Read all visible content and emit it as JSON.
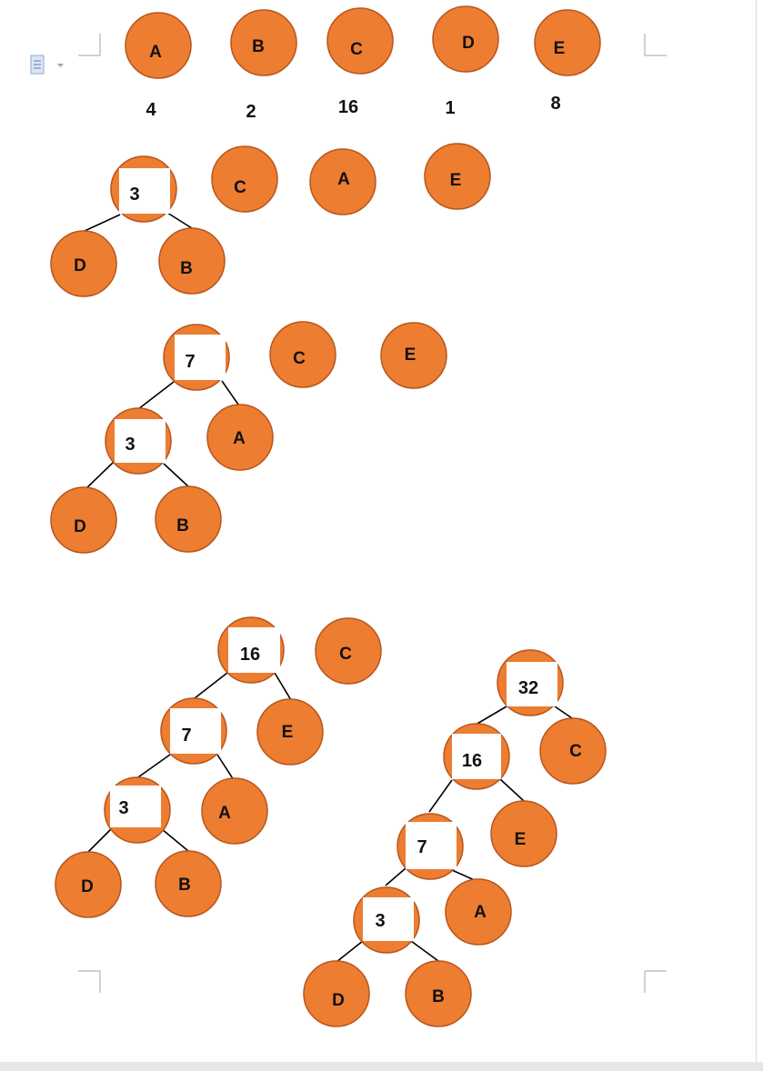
{
  "colors": {
    "node_fill": "#ed7d31",
    "node_stroke": "#b7561d",
    "text": "#111111",
    "edge": "#000000"
  },
  "toolbar": {
    "paste_options_icon": "paste-options-icon"
  },
  "stage1": {
    "nodes": [
      {
        "label": "A",
        "weight": "4"
      },
      {
        "label": "B",
        "weight": "2"
      },
      {
        "label": "C",
        "weight": "16"
      },
      {
        "label": "D",
        "weight": "1"
      },
      {
        "label": "E",
        "weight": "8"
      }
    ]
  },
  "stage2": {
    "root": "3",
    "leaves": [
      "D",
      "B"
    ],
    "remaining": [
      "C",
      "A",
      "E"
    ]
  },
  "stage3": {
    "root": "7",
    "inner": "3",
    "leaves": [
      "D",
      "B",
      "A"
    ],
    "remaining": [
      "C",
      "E"
    ]
  },
  "stage4": {
    "root": "16",
    "inner": [
      "7",
      "3"
    ],
    "leaves": [
      "E",
      "A",
      "D",
      "B"
    ],
    "remaining": [
      "C"
    ]
  },
  "stage5": {
    "root": "32",
    "inner": [
      "16",
      "7",
      "3"
    ],
    "leaves": [
      "C",
      "E",
      "A",
      "D",
      "B"
    ]
  }
}
